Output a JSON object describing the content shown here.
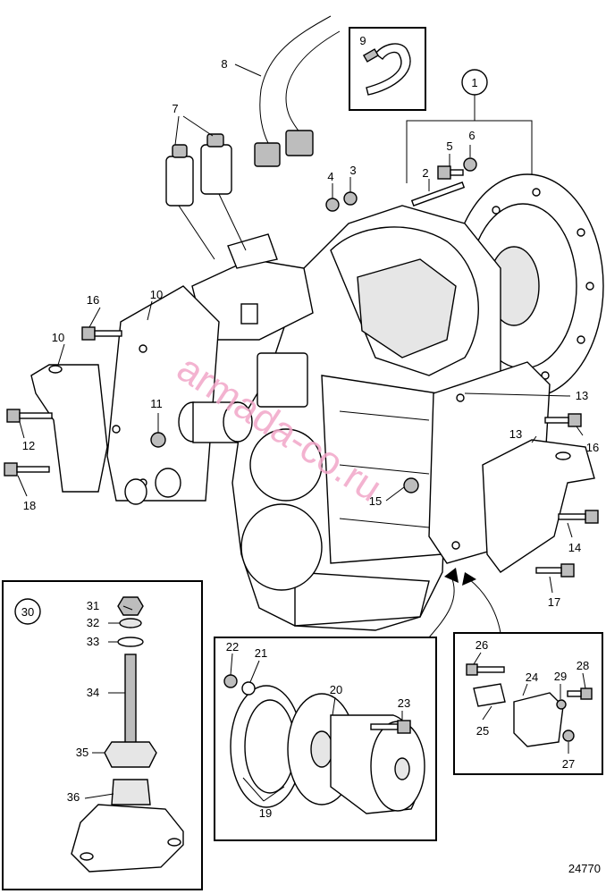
{
  "diagram": {
    "figure_number": "24770",
    "watermark": "armada-co.ru",
    "callouts": [
      "1",
      "2",
      "3",
      "4",
      "5",
      "6",
      "7",
      "8",
      "9",
      "10",
      "10",
      "11",
      "12",
      "13",
      "13",
      "14",
      "15",
      "16",
      "16",
      "17",
      "18",
      "19",
      "20",
      "21",
      "22",
      "23",
      "24",
      "25",
      "26",
      "27",
      "28",
      "29",
      "30",
      "31",
      "32",
      "33",
      "34",
      "35",
      "36"
    ]
  }
}
